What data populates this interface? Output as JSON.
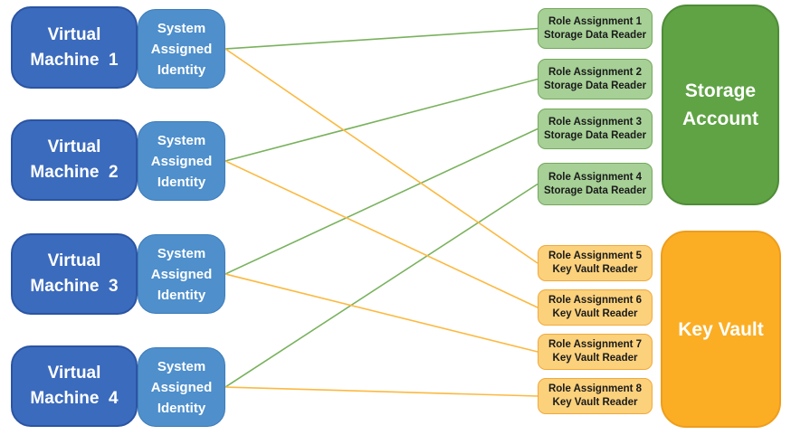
{
  "colors": {
    "vm_fill": "#3B6BBD",
    "vm_border": "#2B54A3",
    "identity_fill": "#4E8FCC",
    "identity_border": "#3D7CB9",
    "ra_storage_fill": "#A6D096",
    "ra_storage_border": "#74A85C",
    "ra_keyvault_fill": "#FBD17C",
    "ra_keyvault_border": "#F2A93B",
    "storage_fill": "#5FA344",
    "storage_border": "#4F8C38",
    "keyvault_fill": "#FBAE24",
    "keyvault_border": "#EF9D1C",
    "line_storage": "#79B25D",
    "line_keyvault": "#FCB940"
  },
  "virtual_machines": [
    {
      "line1": "Virtual",
      "line2": "Machine  1"
    },
    {
      "line1": "Virtual",
      "line2": "Machine  2"
    },
    {
      "line1": "Virtual",
      "line2": "Machine  3"
    },
    {
      "line1": "Virtual",
      "line2": "Machine  4"
    }
  ],
  "identities": [
    {
      "line1": "System",
      "line2": "Assigned",
      "line3": "Identity"
    },
    {
      "line1": "System",
      "line2": "Assigned",
      "line3": "Identity"
    },
    {
      "line1": "System",
      "line2": "Assigned",
      "line3": "Identity"
    },
    {
      "line1": "System",
      "line2": "Assigned",
      "line3": "Identity"
    }
  ],
  "role_assignments": [
    {
      "line1": "Role Assignment 1",
      "line2": "Storage Data Reader",
      "group": "storage"
    },
    {
      "line1": "Role Assignment 2",
      "line2": "Storage Data Reader",
      "group": "storage"
    },
    {
      "line1": "Role Assignment 3",
      "line2": "Storage Data Reader",
      "group": "storage"
    },
    {
      "line1": "Role Assignment 4",
      "line2": "Storage Data Reader",
      "group": "storage"
    },
    {
      "line1": "Role Assignment 5",
      "line2": "Key Vault Reader",
      "group": "keyvault"
    },
    {
      "line1": "Role Assignment 6",
      "line2": "Key Vault Reader",
      "group": "keyvault"
    },
    {
      "line1": "Role Assignment 7",
      "line2": "Key Vault Reader",
      "group": "keyvault"
    },
    {
      "line1": "Role Assignment 8",
      "line2": "Key Vault Reader",
      "group": "keyvault"
    }
  ],
  "resources": {
    "storage": {
      "line1": "Storage",
      "line2": "Account"
    },
    "keyvault": {
      "label": "Key Vault"
    }
  },
  "connections": [
    {
      "from": "identity-box-1",
      "to": "role-assignment-1",
      "type": "storage"
    },
    {
      "from": "identity-box-2",
      "to": "role-assignment-2",
      "type": "storage"
    },
    {
      "from": "identity-box-3",
      "to": "role-assignment-3",
      "type": "storage"
    },
    {
      "from": "identity-box-4",
      "to": "role-assignment-4",
      "type": "storage"
    },
    {
      "from": "identity-box-1",
      "to": "role-assignment-5",
      "type": "keyvault"
    },
    {
      "from": "identity-box-2",
      "to": "role-assignment-6",
      "type": "keyvault"
    },
    {
      "from": "identity-box-3",
      "to": "role-assignment-7",
      "type": "keyvault"
    },
    {
      "from": "identity-box-4",
      "to": "role-assignment-8",
      "type": "keyvault"
    }
  ]
}
